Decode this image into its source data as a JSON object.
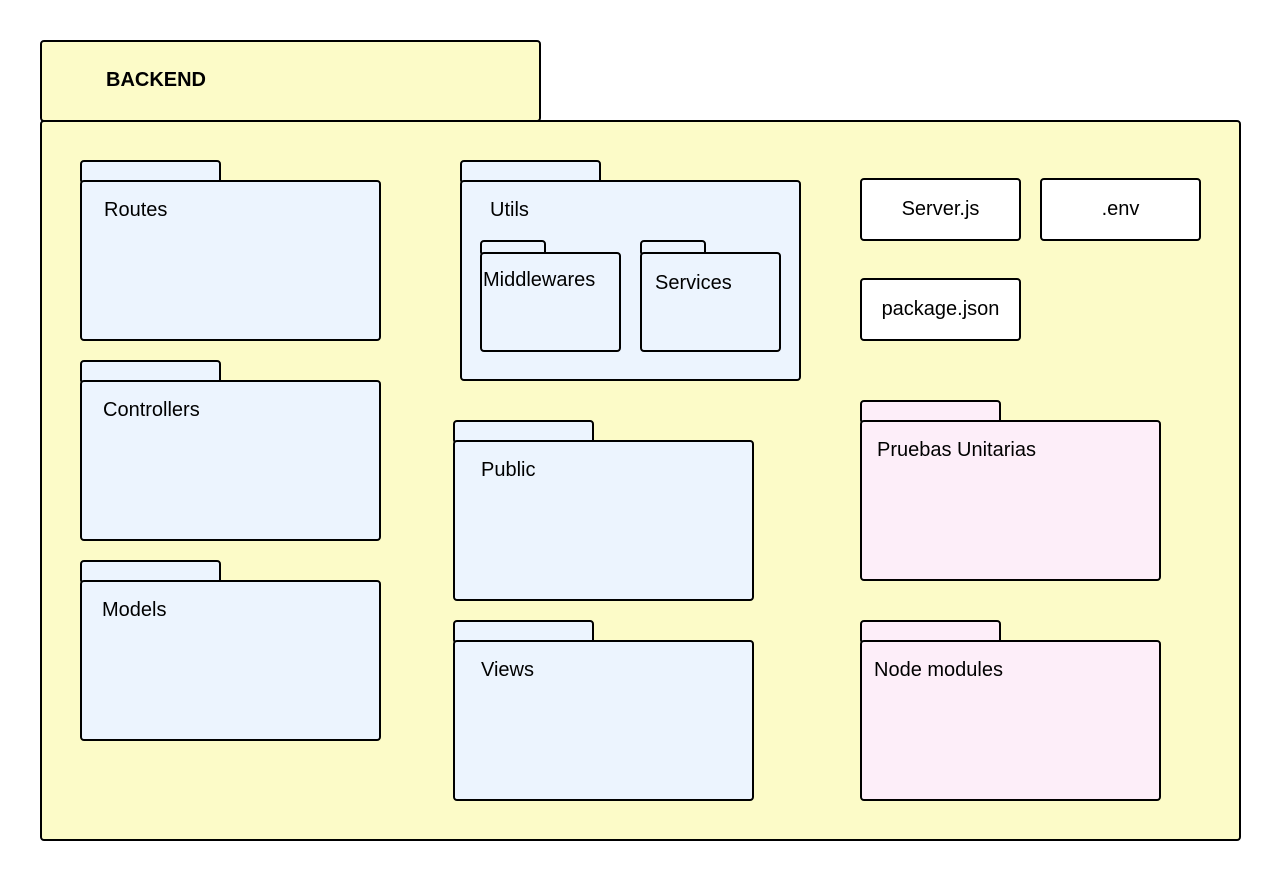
{
  "package": {
    "title": "BACKEND",
    "color": "#fcfbc8"
  },
  "folders": {
    "routes": "Routes",
    "controllers": "Controllers",
    "models": "Models",
    "utils": "Utils",
    "middlewares": "Middlewares",
    "services": "Services",
    "public": "Public",
    "views": "Views",
    "pruebas_unitarias": "Pruebas Unitarias",
    "node_modules": "Node modules"
  },
  "files": {
    "server": "Server.js",
    "env": ".env",
    "package_json": "package.json"
  },
  "colors": {
    "folder_blue": "#ecf4fe",
    "folder_pink": "#fdeef9",
    "file_white": "#ffffff",
    "stroke": "#000000"
  }
}
